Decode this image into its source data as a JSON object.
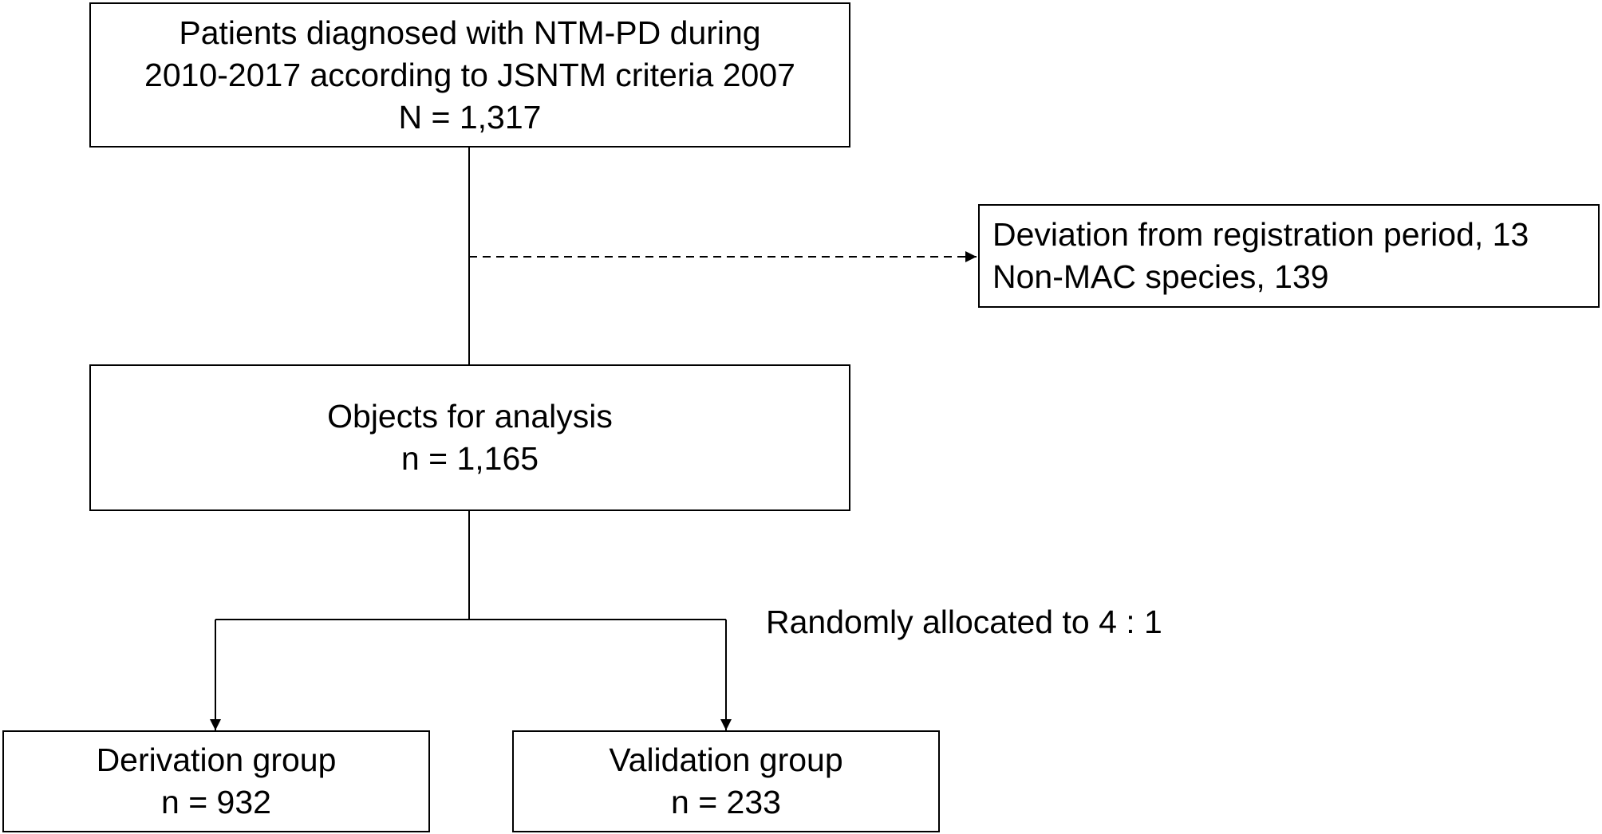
{
  "diagram": {
    "nodes": {
      "screened": {
        "lines": [
          "Patients diagnosed with NTM-PD during",
          "2010-2017 according to JSNTM criteria 2007",
          "N = 1,317"
        ]
      },
      "excluded": {
        "lines": [
          "Deviation from registration period, 13",
          "Non-MAC species, 139"
        ]
      },
      "analysis": {
        "lines": [
          "Objects for analysis",
          "n = 1,165"
        ]
      },
      "derivation": {
        "lines": [
          "Derivation group",
          "n = 932"
        ]
      },
      "validation": {
        "lines": [
          "Validation group",
          "n = 233"
        ]
      }
    },
    "edge_labels": {
      "allocation": "Randomly allocated to 4 : 1"
    },
    "edges": [
      {
        "from": "screened",
        "to": "analysis",
        "style": "solid"
      },
      {
        "from": "screened",
        "to": "excluded",
        "style": "dashed"
      },
      {
        "from": "analysis",
        "to": "derivation",
        "style": "solid"
      },
      {
        "from": "analysis",
        "to": "validation",
        "style": "solid"
      }
    ]
  }
}
